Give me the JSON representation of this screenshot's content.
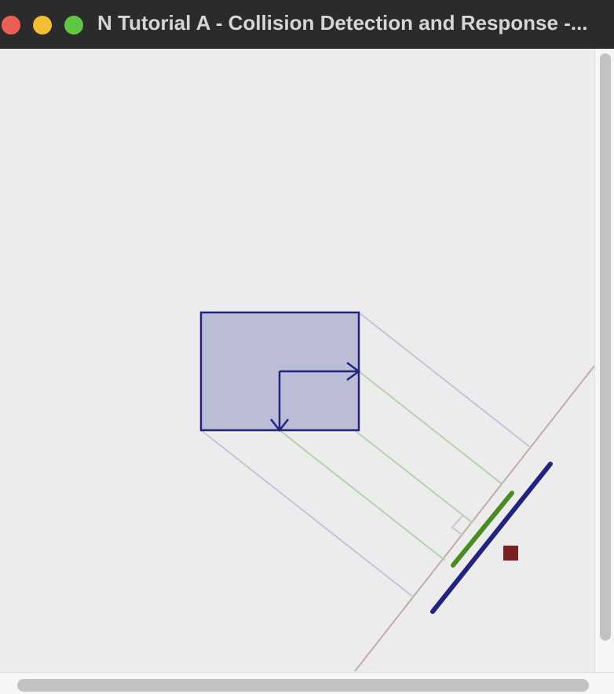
{
  "window": {
    "title": "N Tutorial A - Collision Detection and Response -...",
    "controls": [
      "close",
      "minimize",
      "maximize"
    ]
  },
  "colors": {
    "titlebar": "#2b2b2b",
    "canvas": "#ececec",
    "box_fill": "#bbbdd7",
    "box_stroke": "#22227f",
    "axis_line": "#c6aaa9",
    "projection_blue": "#c3c3dc",
    "projection_green": "#b3d3ad",
    "interval_green": "#4a8b23",
    "interval_blue": "#22227f",
    "point": "#7a2020",
    "right_angle": "#c8c8c8"
  },
  "icons": [
    "close-icon",
    "minimize-icon",
    "maximize-icon"
  ]
}
